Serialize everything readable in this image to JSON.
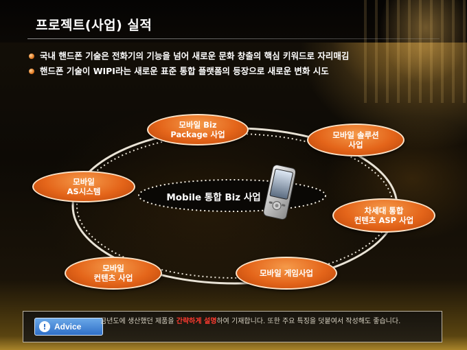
{
  "title": "프로젝트(사업) 실적",
  "bullets": [
    "국내 핸드폰 기술은 전화기의 기능을 넘어 새로운 문화 창출의 핵심 키워드로 자리매김",
    "핸드폰 기술이 WIPI라는 새로운 표준 통합 플랫폼의 등장으로 새로운 변화 시도"
  ],
  "diagram": {
    "center_label": "Mobile 통합  Biz 사업",
    "nodes": [
      {
        "id": "biz-package",
        "label": "모바일 Biz\nPackage 사업"
      },
      {
        "id": "solution",
        "label": "모바일 솔루션\n사업"
      },
      {
        "id": "next-gen-asp",
        "label": "차세대 통합\n컨텐츠 ASP 사업"
      },
      {
        "id": "game",
        "label": "모바일 게임사업"
      },
      {
        "id": "contents",
        "label": "모바일\n컨텐츠 사업"
      },
      {
        "id": "as-system",
        "label": "모바일\nAS시스템"
      }
    ]
  },
  "advice": {
    "badge_label": "Advice",
    "badge_icon": "!",
    "text_before": "금년도에 생산했던 제품을 ",
    "text_highlight": "간략하게 설명",
    "text_after": "하여 기재합니다. 또한 주요 특징을 덧붙여서 작성해도 좋습니다."
  },
  "colors": {
    "node_fill": "#e4651a",
    "node_border": "#fbe3c8",
    "highlight": "#ff3b30",
    "advice_badge": "#2f6fc7"
  }
}
